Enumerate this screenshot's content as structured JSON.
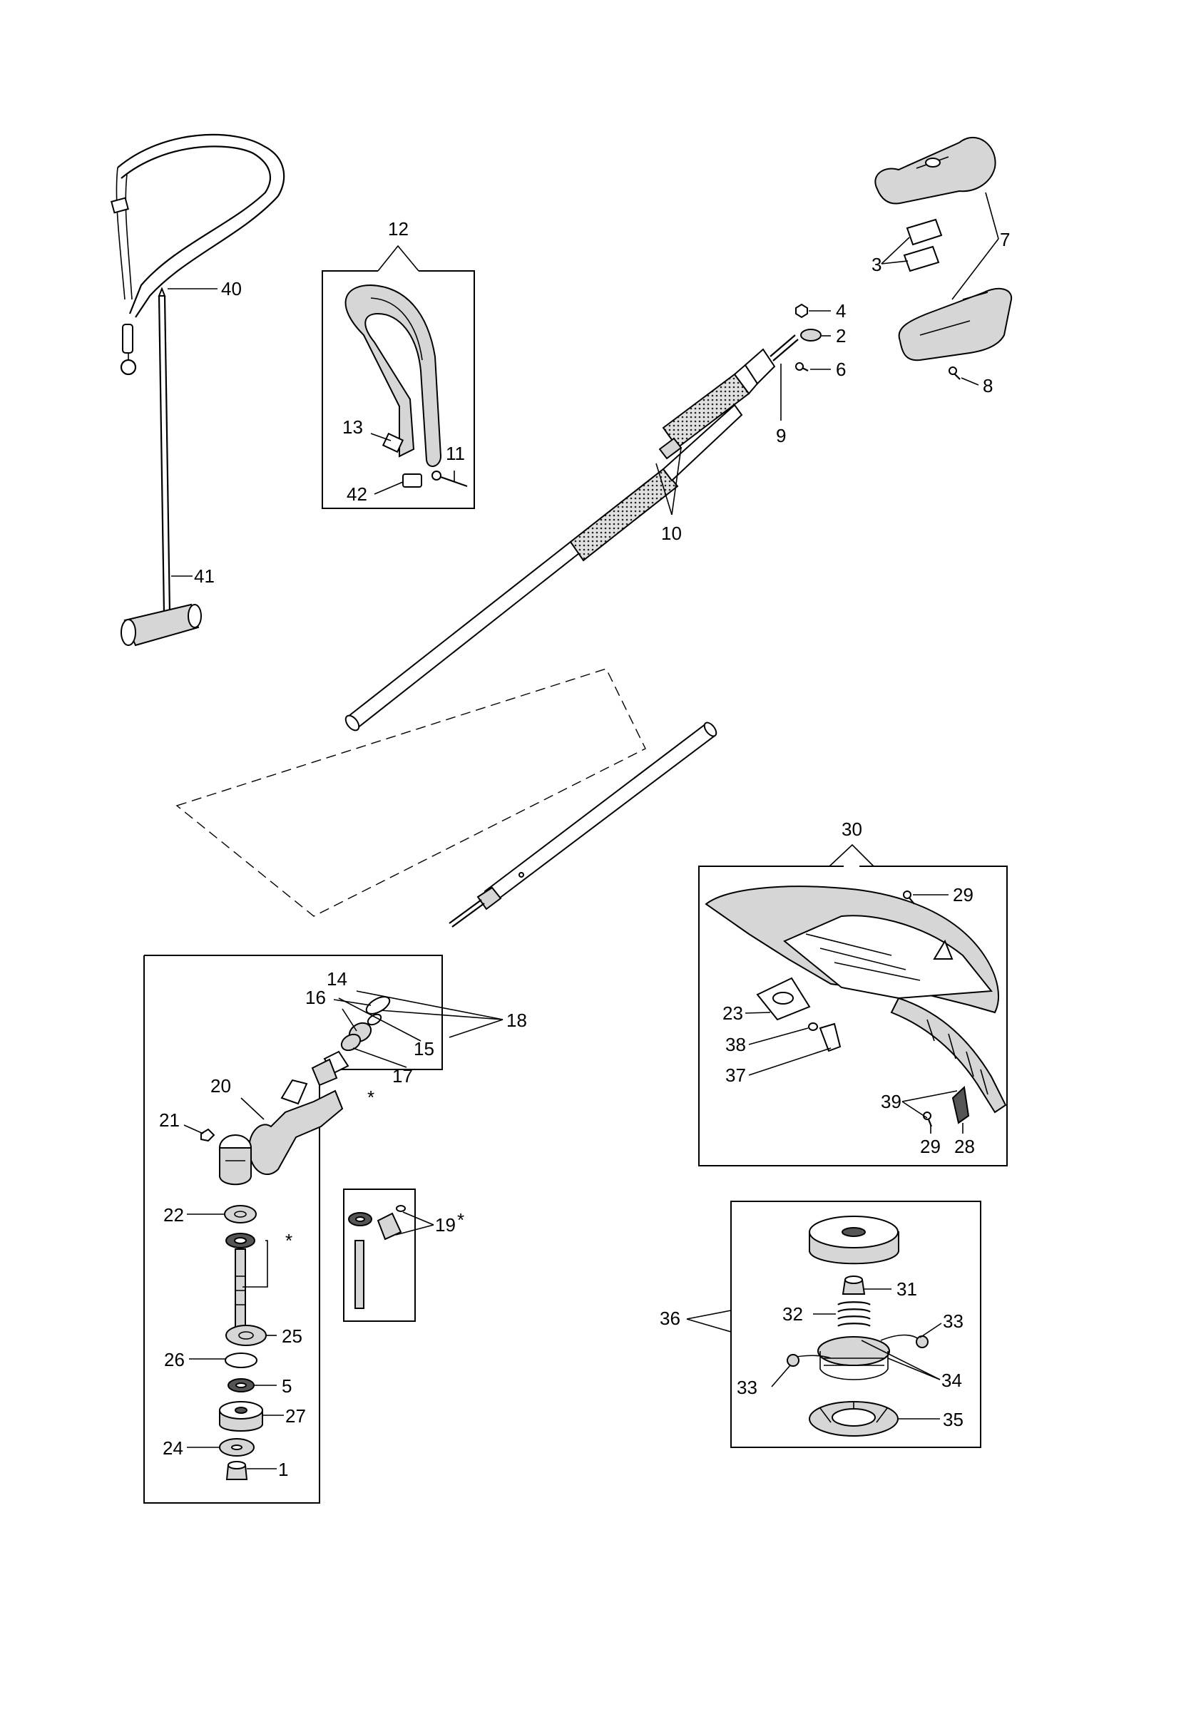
{
  "labels": {
    "l1": "1",
    "l2": "2",
    "l3": "3",
    "l4": "4",
    "l5": "5",
    "l6": "6",
    "l7": "7",
    "l8": "8",
    "l9": "9",
    "l10": "10",
    "l11": "11",
    "l12": "12",
    "l13": "13",
    "l14": "14",
    "l15": "15",
    "l16": "16",
    "l17": "17",
    "l18": "18",
    "l19": "19",
    "l19star": "*",
    "l20": "20",
    "l21": "21",
    "l22": "22",
    "l23": "23",
    "l24": "24",
    "l25": "25",
    "l26": "26",
    "l27": "27",
    "l28": "28",
    "l29a": "29",
    "l29b": "29",
    "l30": "30",
    "l31": "31",
    "l32": "32",
    "l33a": "33",
    "l33b": "33",
    "l34": "34",
    "l35": "35",
    "l36": "36",
    "l37": "37",
    "l38": "38",
    "l39": "39",
    "l40": "40",
    "l41": "41",
    "l42": "42",
    "star_a": "*",
    "star_b": "*"
  },
  "colors": {
    "line": "#000000",
    "background": "#ffffff",
    "shade": "#d6d6d6"
  }
}
